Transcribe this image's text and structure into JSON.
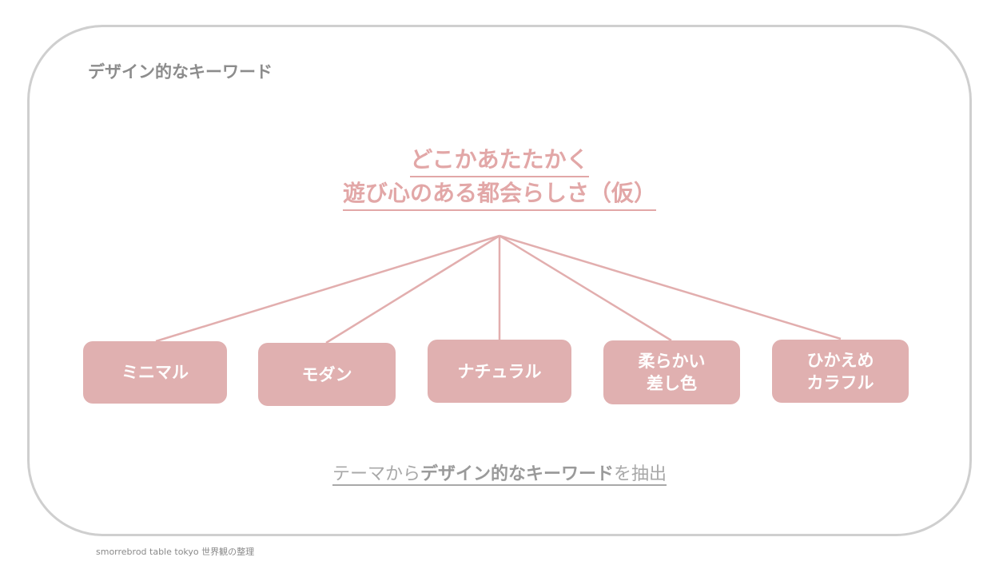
{
  "heading": "デザイン的なキーワード",
  "theme": {
    "line1": "どこかあたたかく",
    "line2": "遊び心のある都会らしさ（仮）"
  },
  "keywords": [
    "ミニマル",
    "モダン",
    "ナチュラル",
    "柔らかい\n差し色",
    "ひかえめ\nカラフル"
  ],
  "caption": {
    "pre": "テーマから",
    "bold": "デザイン的なキーワード",
    "post": "を抽出"
  },
  "footer": "smorrebrod table tokyo 世界観の整理",
  "colors": {
    "accent": "#e0b0b0",
    "frame": "#cfcfcf"
  }
}
